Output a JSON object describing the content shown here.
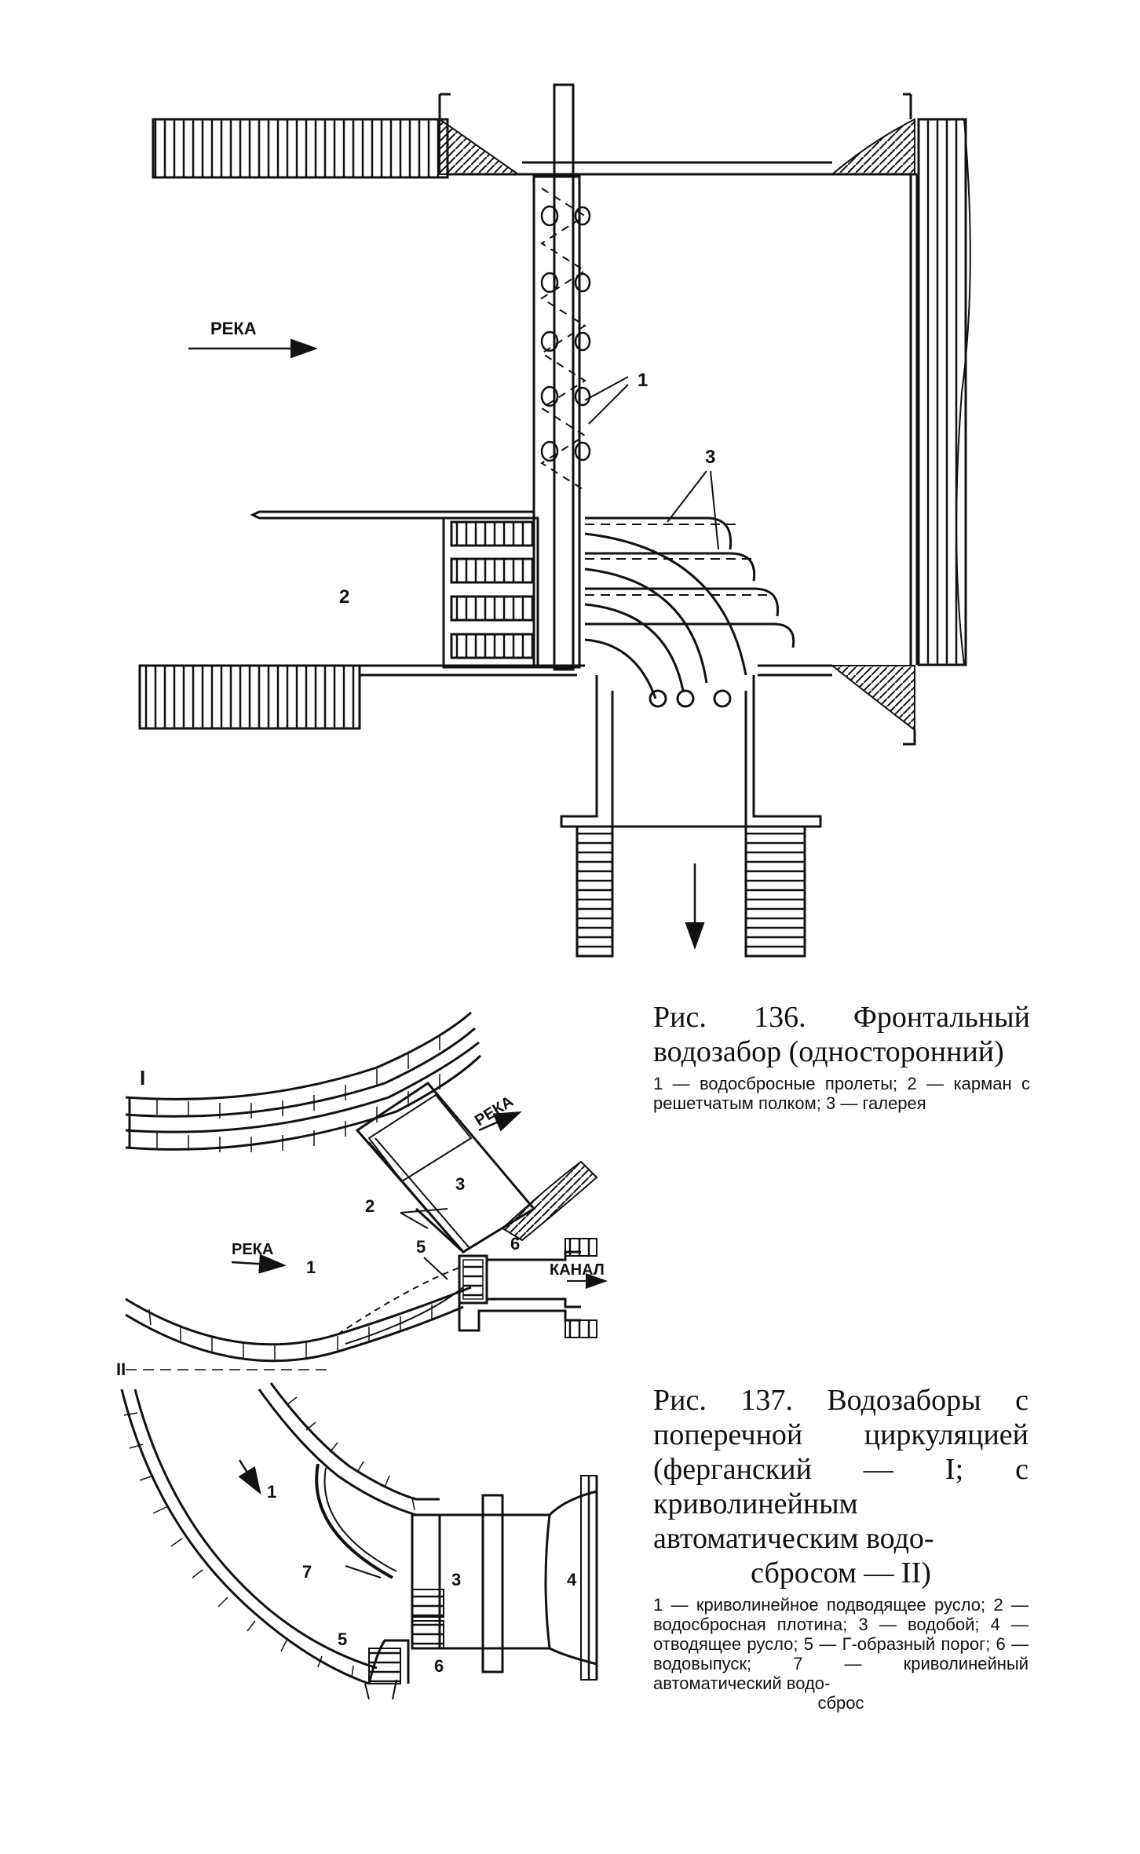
{
  "fig136": {
    "label_river": "РЕКА",
    "label_1": "1",
    "label_2": "2",
    "label_3": "3",
    "caption_title": "Рис. 136. Фронтальный водозабор (односторонний)",
    "caption_legend": "1 — водосбросные пролеты; 2 — карман с решетчатым полком; 3 — галерея"
  },
  "fig137": {
    "label_I": "I",
    "label_II": "II",
    "label_river_top": "РЕКА",
    "label_river_left": "РЕКА",
    "label_canal": "КАНАЛ",
    "label_1a": "1",
    "label_2": "2",
    "label_3a": "3",
    "label_5a": "5",
    "label_6a": "6",
    "label_1b": "1",
    "label_3b": "3",
    "label_4": "4",
    "label_5b": "5",
    "label_6b": "6",
    "label_7": "7",
    "caption_title_1": "Рис. 137. Водозаборы с поперечной циркуляцией (ферганский — I; с криволинейным автоматическим водо-",
    "caption_title_2": "сбросом — II)",
    "caption_legend_1": "1 — криволинейное подводящее русло; 2 — водосбросная плотина; 3 — водобой; 4 — отводящее русло; 5 — Г-образный порог; 6 — водовыпуск; 7 — криволинейный автоматический водо-",
    "caption_legend_2": "сброс"
  }
}
